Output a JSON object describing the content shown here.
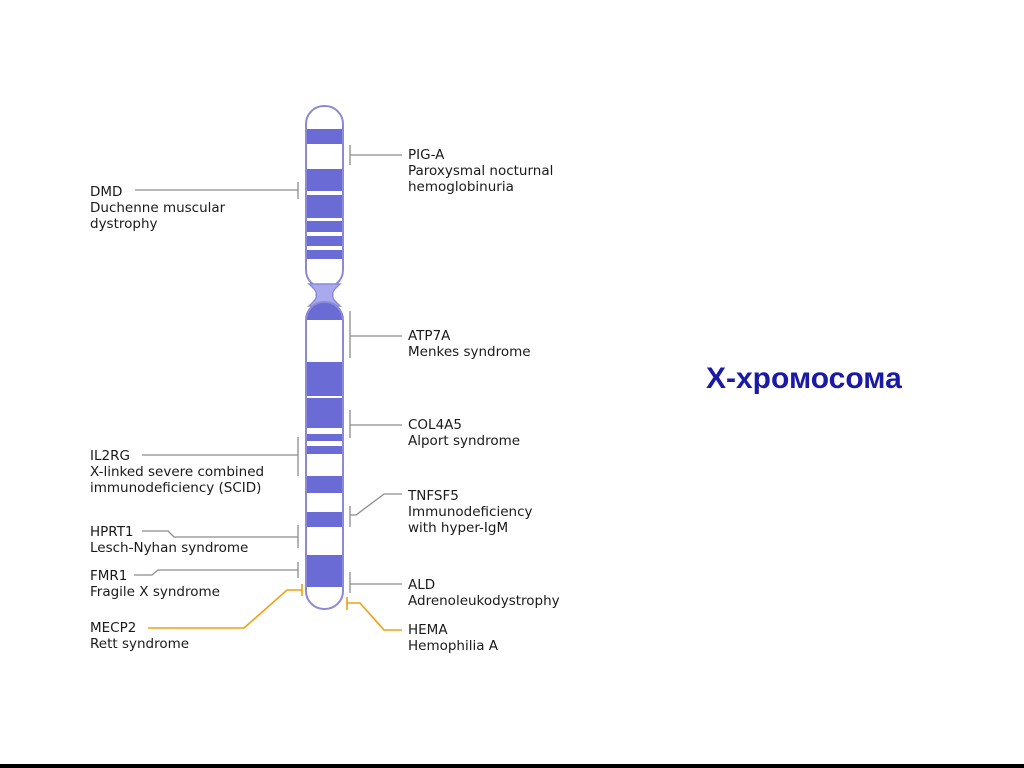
{
  "title": "X-хромосома",
  "colors": {
    "band_dark": "#6b6bd6",
    "band_light": "#ffffff",
    "centromere": "#a9a9ee",
    "outline": "#8a8ad8",
    "leader_gray": "#8c8c8c",
    "leader_orange": "#f0a010",
    "title": "#1a1aa6"
  },
  "genes_left": [
    {
      "symbol": "DMD",
      "disease": "Duchenne muscular dystrophy"
    },
    {
      "symbol": "IL2RG",
      "disease": "X-linked severe combined immunodeficiency (SCID)"
    },
    {
      "symbol": "HPRT1",
      "disease": "Lesch-Nyhan syndrome"
    },
    {
      "symbol": "FMR1",
      "disease": "Fragile X syndrome"
    },
    {
      "symbol": "MECP2",
      "disease": "Rett syndrome"
    }
  ],
  "genes_right": [
    {
      "symbol": "PIG-A",
      "disease": "Paroxysmal nocturnal hemoglobinuria"
    },
    {
      "symbol": "ATP7A",
      "disease": "Menkes syndrome"
    },
    {
      "symbol": "COL4A5",
      "disease": "Alport syndrome"
    },
    {
      "symbol": "TNFSF5",
      "disease": "Immunodeficiency with hyper-IgM"
    },
    {
      "symbol": "ALD",
      "disease": "Adrenoleukodystrophy"
    },
    {
      "symbol": "HEMA",
      "disease": "Hemophilia A"
    }
  ]
}
